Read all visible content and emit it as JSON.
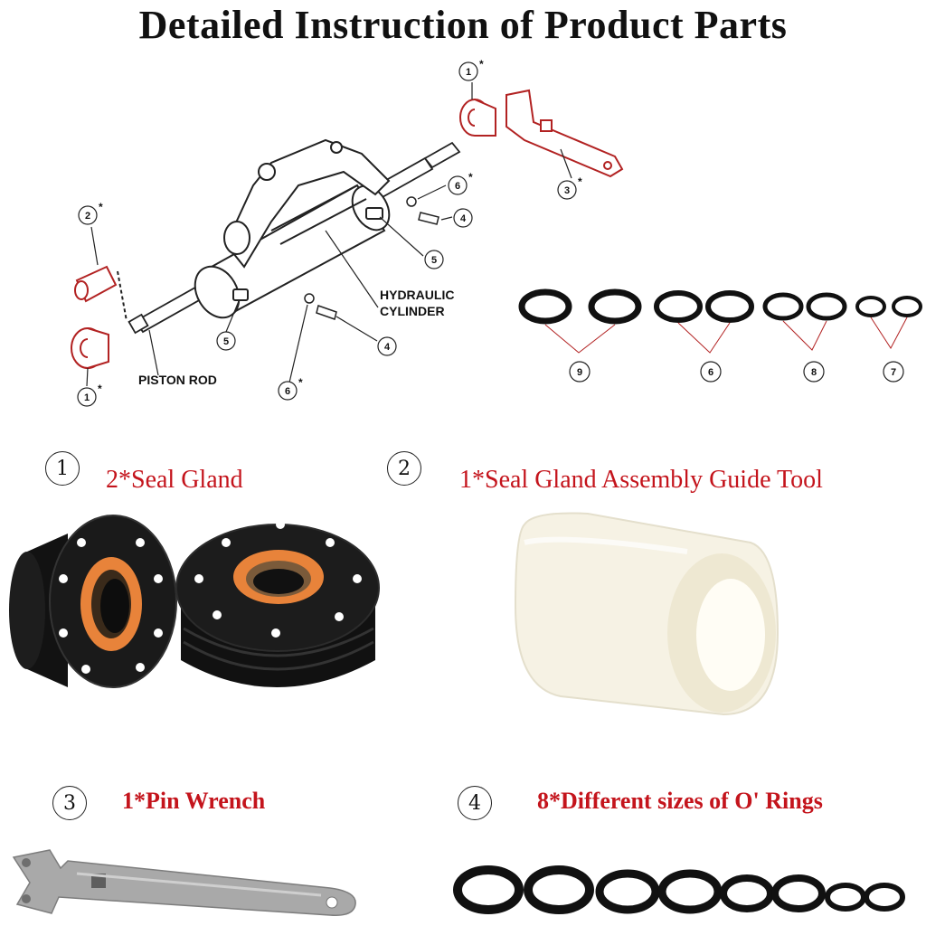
{
  "page": {
    "title": "Detailed Instruction of Product Parts"
  },
  "diagram": {
    "labels": {
      "hydraulic_line1": "HYDRAULIC",
      "hydraulic_line2": "CYLINDER",
      "piston_rod": "PISTON ROD"
    },
    "callouts": [
      {
        "num": "1",
        "star": "*"
      },
      {
        "num": "2",
        "star": "*"
      },
      {
        "num": "3",
        "star": "*"
      },
      {
        "num": "4",
        "star": ""
      },
      {
        "num": "4",
        "star": ""
      },
      {
        "num": "5",
        "star": ""
      },
      {
        "num": "5",
        "star": ""
      },
      {
        "num": "6",
        "star": "*"
      },
      {
        "num": "6",
        "star": "*"
      },
      {
        "num": "1",
        "star": "*"
      }
    ],
    "ring_groups": [
      {
        "num": "9"
      },
      {
        "num": "6"
      },
      {
        "num": "8"
      },
      {
        "num": "7"
      }
    ]
  },
  "items": [
    {
      "index": "1",
      "label": "2*Seal Gland"
    },
    {
      "index": "2",
      "label": "1*Seal Gland Assembly Guide Tool"
    },
    {
      "index": "3",
      "label": "1*Pin Wrench"
    },
    {
      "index": "4",
      "label": "8*Different sizes of O' Rings"
    }
  ],
  "colors": {
    "accent_red": "#c4141c",
    "part_outline_red": "#b22222",
    "metal_black": "#1a1a1a",
    "seal_orange": "#e8833a",
    "nylon_white": "#f6f2e4",
    "steel": "#a9a9a9"
  }
}
